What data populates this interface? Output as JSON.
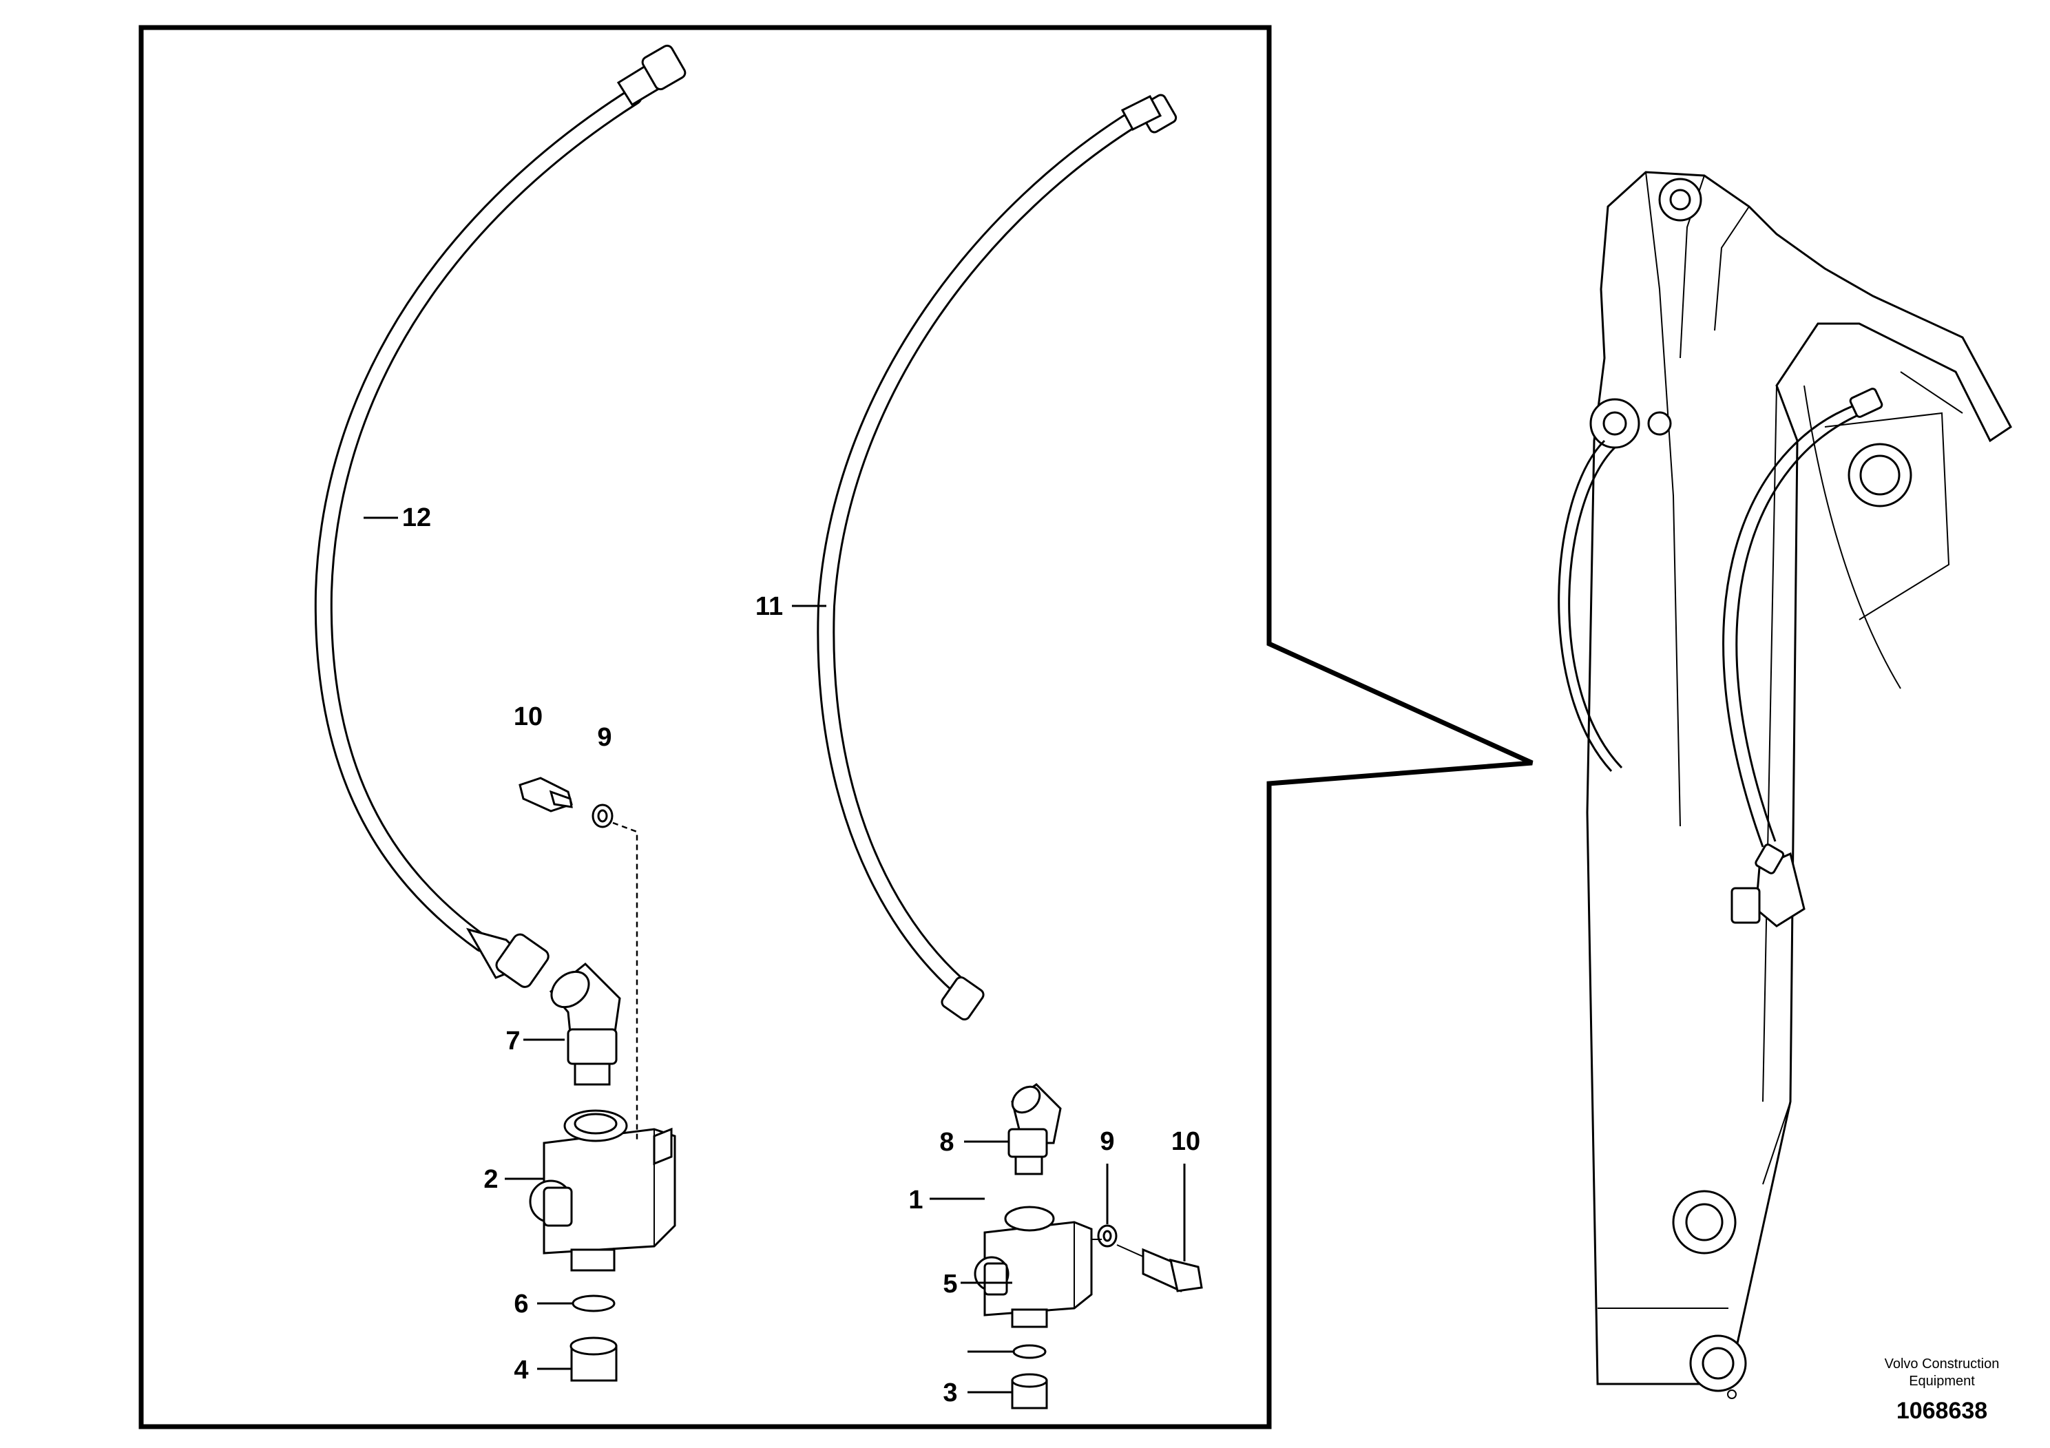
{
  "callouts": [
    {
      "id": "12",
      "label": "12"
    },
    {
      "id": "11",
      "label": "11"
    },
    {
      "id": "10a",
      "label": "10"
    },
    {
      "id": "9a",
      "label": "9"
    },
    {
      "id": "7",
      "label": "7"
    },
    {
      "id": "2",
      "label": "2"
    },
    {
      "id": "6",
      "label": "6"
    },
    {
      "id": "4",
      "label": "4"
    },
    {
      "id": "8",
      "label": "8"
    },
    {
      "id": "9b",
      "label": "9"
    },
    {
      "id": "10b",
      "label": "10"
    },
    {
      "id": "1",
      "label": "1"
    },
    {
      "id": "5",
      "label": "5"
    },
    {
      "id": "3",
      "label": "3"
    }
  ],
  "brand": {
    "line1": "Volvo Construction",
    "line2": "Equipment"
  },
  "drawing_number": "1068638"
}
